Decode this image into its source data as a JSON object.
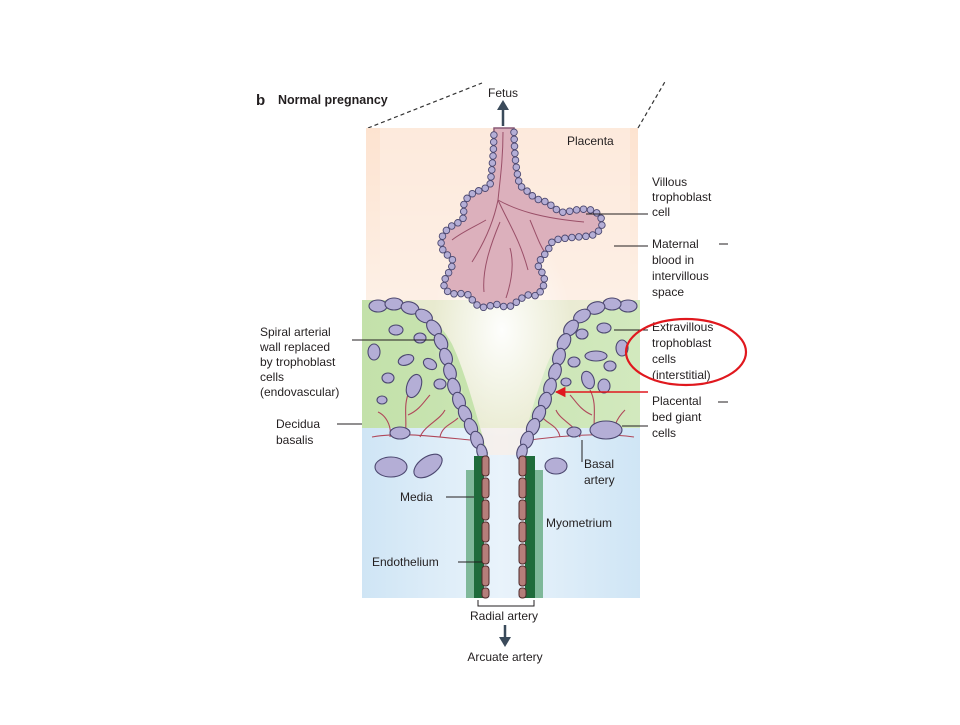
{
  "figure": {
    "panel_letter": "b",
    "panel_title": "Normal pregnancy",
    "labels": {
      "fetus": "Fetus",
      "placenta": "Placenta",
      "villous": [
        "Villous",
        "trophoblast",
        "cell"
      ],
      "maternal": [
        "Maternal",
        "blood in",
        "intervillous",
        "space"
      ],
      "extravillous": [
        "Extravillous",
        "trophoblast",
        "cells",
        "(interstitial)"
      ],
      "placental_bed": [
        "Placental",
        "bed giant",
        "cells"
      ],
      "spiral": [
        "Spiral arterial",
        "wall replaced",
        "by trophoblast",
        "cells",
        "(endovascular)"
      ],
      "decidua": [
        "Decidua",
        "basalis"
      ],
      "basal": [
        "Basal",
        "artery"
      ],
      "media": "Media",
      "myometrium": "Myometrium",
      "endothelium": "Endothelium",
      "radial": "Radial artery",
      "arcuate": "Arcuate artery"
    },
    "colors": {
      "placenta_bg": "#fde6d4",
      "decidua_bg": "#c6e3ad",
      "myometrium_bg": "#d4e8f6",
      "villus_fill": "#dcb0bc",
      "villus_edge": "#8a5a76",
      "cell_fill": "#b4aed6",
      "cell_edge": "#4c4870",
      "media_green": "#1f6b3b",
      "endothelium_brown": "#b57e7a",
      "highlight_red": "#e0181e"
    }
  }
}
